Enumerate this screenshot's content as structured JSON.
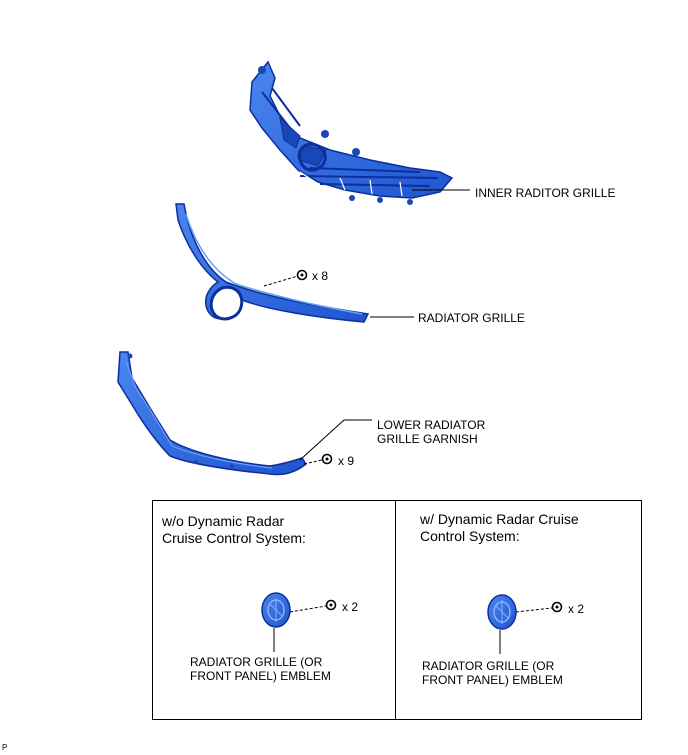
{
  "labels": {
    "inner_grille": "INNER RADITOR GRILLE",
    "radiator_grille": "RADIATOR GRILLE",
    "lower_garnish_line1": "LOWER RADIATOR",
    "lower_garnish_line2": "GRILLE GARNISH",
    "qty_grille": "x 8",
    "qty_lower": "x 9"
  },
  "boxes": [
    {
      "title_line1": "w/o Dynamic Radar",
      "title_line2": "Cruise Control System:",
      "qty": "x 2",
      "emblem_line1": "RADIATOR GRILLE (OR",
      "emblem_line2": "FRONT PANEL) EMBLEM"
    },
    {
      "title_line1": "w/ Dynamic Radar Cruise",
      "title_line2": "Control System:",
      "qty": "x 2",
      "emblem_line1": "RADIATOR GRILLE (OR",
      "emblem_line2": "FRONT PANEL) EMBLEM"
    }
  ],
  "corner_mark": "P",
  "colors": {
    "part_fill": "#2f6ee6",
    "part_stroke": "#0d2f9a",
    "part_highlight": "#5a92f2",
    "line": "#000000"
  }
}
